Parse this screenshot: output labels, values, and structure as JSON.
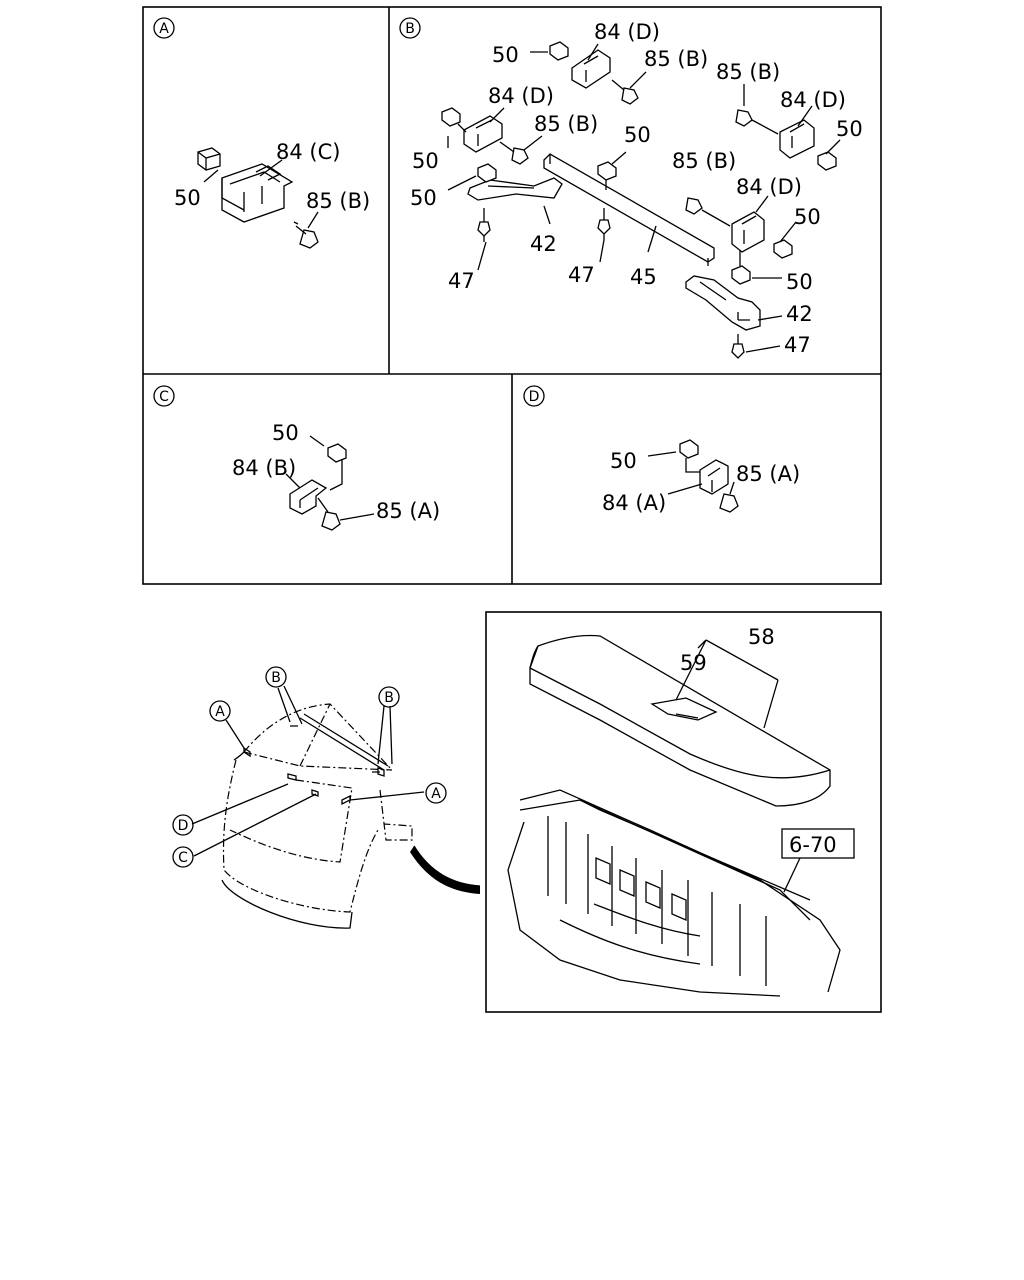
{
  "panels": {
    "a": {
      "tag": "A"
    },
    "b": {
      "tag": "B"
    },
    "c": {
      "tag": "C"
    },
    "d": {
      "tag": "D"
    }
  },
  "callouts": {
    "a_50": "50",
    "a_84c": "84 (C)",
    "a_85b": "85 (B)",
    "b_50_1": "50",
    "b_84d_1": "84 (D)",
    "b_85b_1": "85 (B)",
    "b_85b_2": "85 (B)",
    "b_84d_2": "84 (D)",
    "b_50_2": "50",
    "b_84d_3": "84 (D)",
    "b_85b_3": "85 (B)",
    "b_50_3": "50",
    "b_50_4": "50",
    "b_50_5": "50",
    "b_85b_4": "85 (B)",
    "b_84d_4": "84 (D)",
    "b_50_6": "50",
    "b_50_7": "50",
    "b_42_1": "42",
    "b_47_1": "47",
    "b_47_2": "47",
    "b_45": "45",
    "b_42_2": "42",
    "b_47_3": "47",
    "c_50": "50",
    "c_84b": "84 (B)",
    "c_85a": "85 (A)",
    "d_50": "50",
    "d_85a": "85 (A)",
    "d_84a": "84 (A)",
    "detail_58": "58",
    "detail_59": "59",
    "detail_ref": "6-70"
  },
  "overview_markers": {
    "b1": "B",
    "b2": "B",
    "a1": "A",
    "a2": "A",
    "d": "D",
    "c": "C"
  }
}
